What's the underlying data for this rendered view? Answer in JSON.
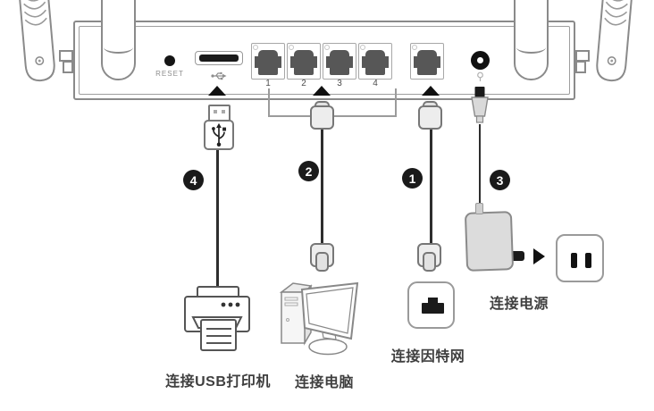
{
  "router": {
    "reset_label": "RESET",
    "lan_ports": [
      "1",
      "2",
      "3",
      "4"
    ]
  },
  "steps": {
    "internet": {
      "number": "1",
      "label": "连接因特网"
    },
    "computer": {
      "number": "2",
      "label": "连接电脑"
    },
    "power": {
      "number": "3",
      "label": "连接电源"
    },
    "printer": {
      "number": "4",
      "label": "连接USB打印机"
    }
  },
  "icons": {
    "usb_symbol": "usb-trident-icon",
    "power_symbol": "power-plug-icon",
    "port_arrow": "triangle-up-icon"
  },
  "colors": {
    "outline_gray": "#8a8a8a",
    "dark": "#1a1a1a",
    "port_fill": "#575757",
    "cable": "#2e2e2e",
    "adapter_fill": "#dcdcdc"
  }
}
